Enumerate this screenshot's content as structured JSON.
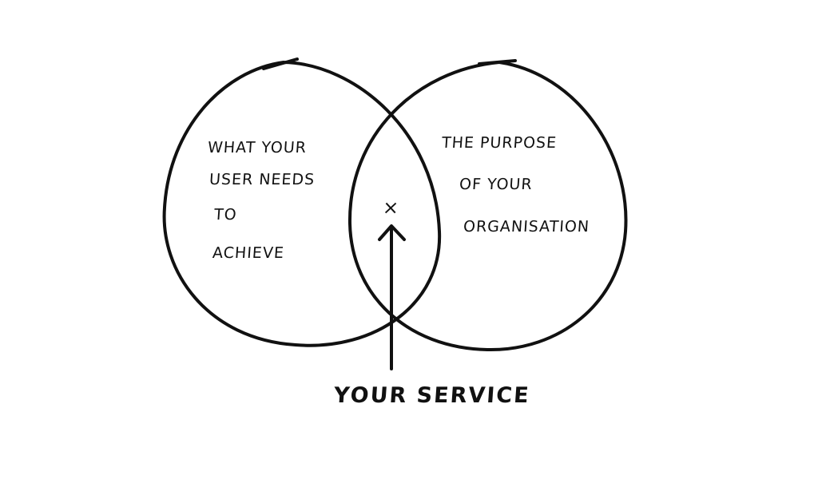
{
  "diagram": {
    "left_circle": {
      "lines": [
        "WHAT YOUR",
        "USER NEEDS",
        "TO",
        "ACHIEVE"
      ]
    },
    "right_circle": {
      "lines": [
        "THE PURPOSE",
        "OF YOUR",
        "ORGANISATION"
      ]
    },
    "intersection_mark": "×",
    "pointer_label": "YOUR SERVICE",
    "ink_color": "#111111"
  }
}
